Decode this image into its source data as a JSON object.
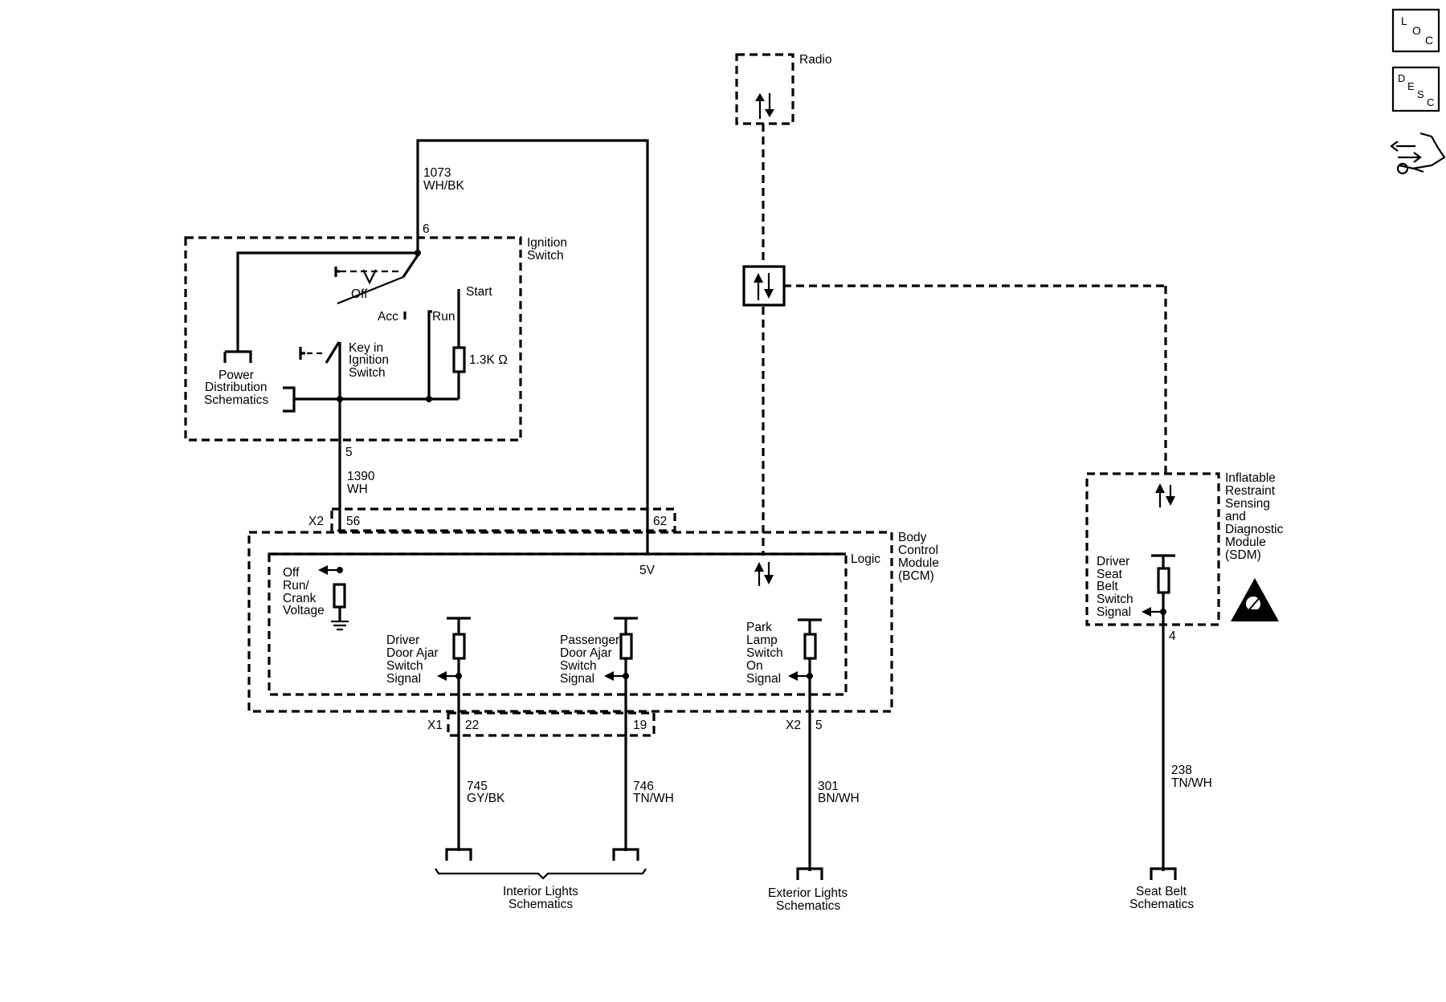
{
  "nav": {
    "loc_icon": "loc-icon",
    "desc_icon": "desc-icon",
    "navigate_icon": "connector-navigation-icon"
  },
  "radio": {
    "label": "Radio"
  },
  "ignition_switch": {
    "title": [
      "Ignition",
      "Switch"
    ],
    "pin_top": "6",
    "pin_bottom": "5",
    "positions": {
      "off": "Off",
      "acc": "Acc",
      "run": "Run",
      "start": "Start"
    },
    "key_label": [
      "Key in",
      "Ignition",
      "Switch"
    ],
    "resistor": "1.3K Ω",
    "power_label": [
      "Power",
      "Distribution",
      "Schematics"
    ]
  },
  "wires": {
    "w1073": {
      "circuit": "1073",
      "color": "WH/BK"
    },
    "w1390": {
      "circuit": "1390",
      "color": "WH"
    },
    "w745": {
      "circuit": "745",
      "color": "GY/BK"
    },
    "w746": {
      "circuit": "746",
      "color": "TN/WH"
    },
    "w301": {
      "circuit": "301",
      "color": "BN/WH"
    },
    "w238": {
      "circuit": "238",
      "color": "TN/WH"
    }
  },
  "bcm": {
    "title": [
      "Body",
      "Control",
      "Module",
      "(BCM)"
    ],
    "logic": "Logic",
    "v5": "5V",
    "conn_x2_top": "X2",
    "pin56": "56",
    "pin62": "62",
    "conn_x1": "X1",
    "pin22": "22",
    "pin19": "19",
    "conn_x2_bottom": "X2",
    "pin5": "5",
    "off_run_crank": [
      "Off",
      "Run/",
      "Crank",
      "Voltage"
    ],
    "driver_door": [
      "Driver",
      "Door Ajar",
      "Switch",
      "Signal"
    ],
    "passenger_door": [
      "Passenger",
      "Door Ajar",
      "Switch",
      "Signal"
    ],
    "park_lamp": [
      "Park",
      "Lamp",
      "Switch",
      "On",
      "Signal"
    ]
  },
  "sdm": {
    "title": [
      "Inflatable",
      "Restraint",
      "Sensing",
      "and",
      "Diagnostic",
      "Module",
      "(SDM)"
    ],
    "signal": [
      "Driver",
      "Seat",
      "Belt",
      "Switch",
      "Signal"
    ],
    "pin4": "4",
    "warning_icon": "airbag-warning-icon"
  },
  "bottom_refs": {
    "interior": [
      "Interior Lights",
      "Schematics"
    ],
    "exterior": [
      "Exterior Lights",
      "Schematics"
    ],
    "seatbelt": [
      "Seat Belt",
      "Schematics"
    ]
  }
}
